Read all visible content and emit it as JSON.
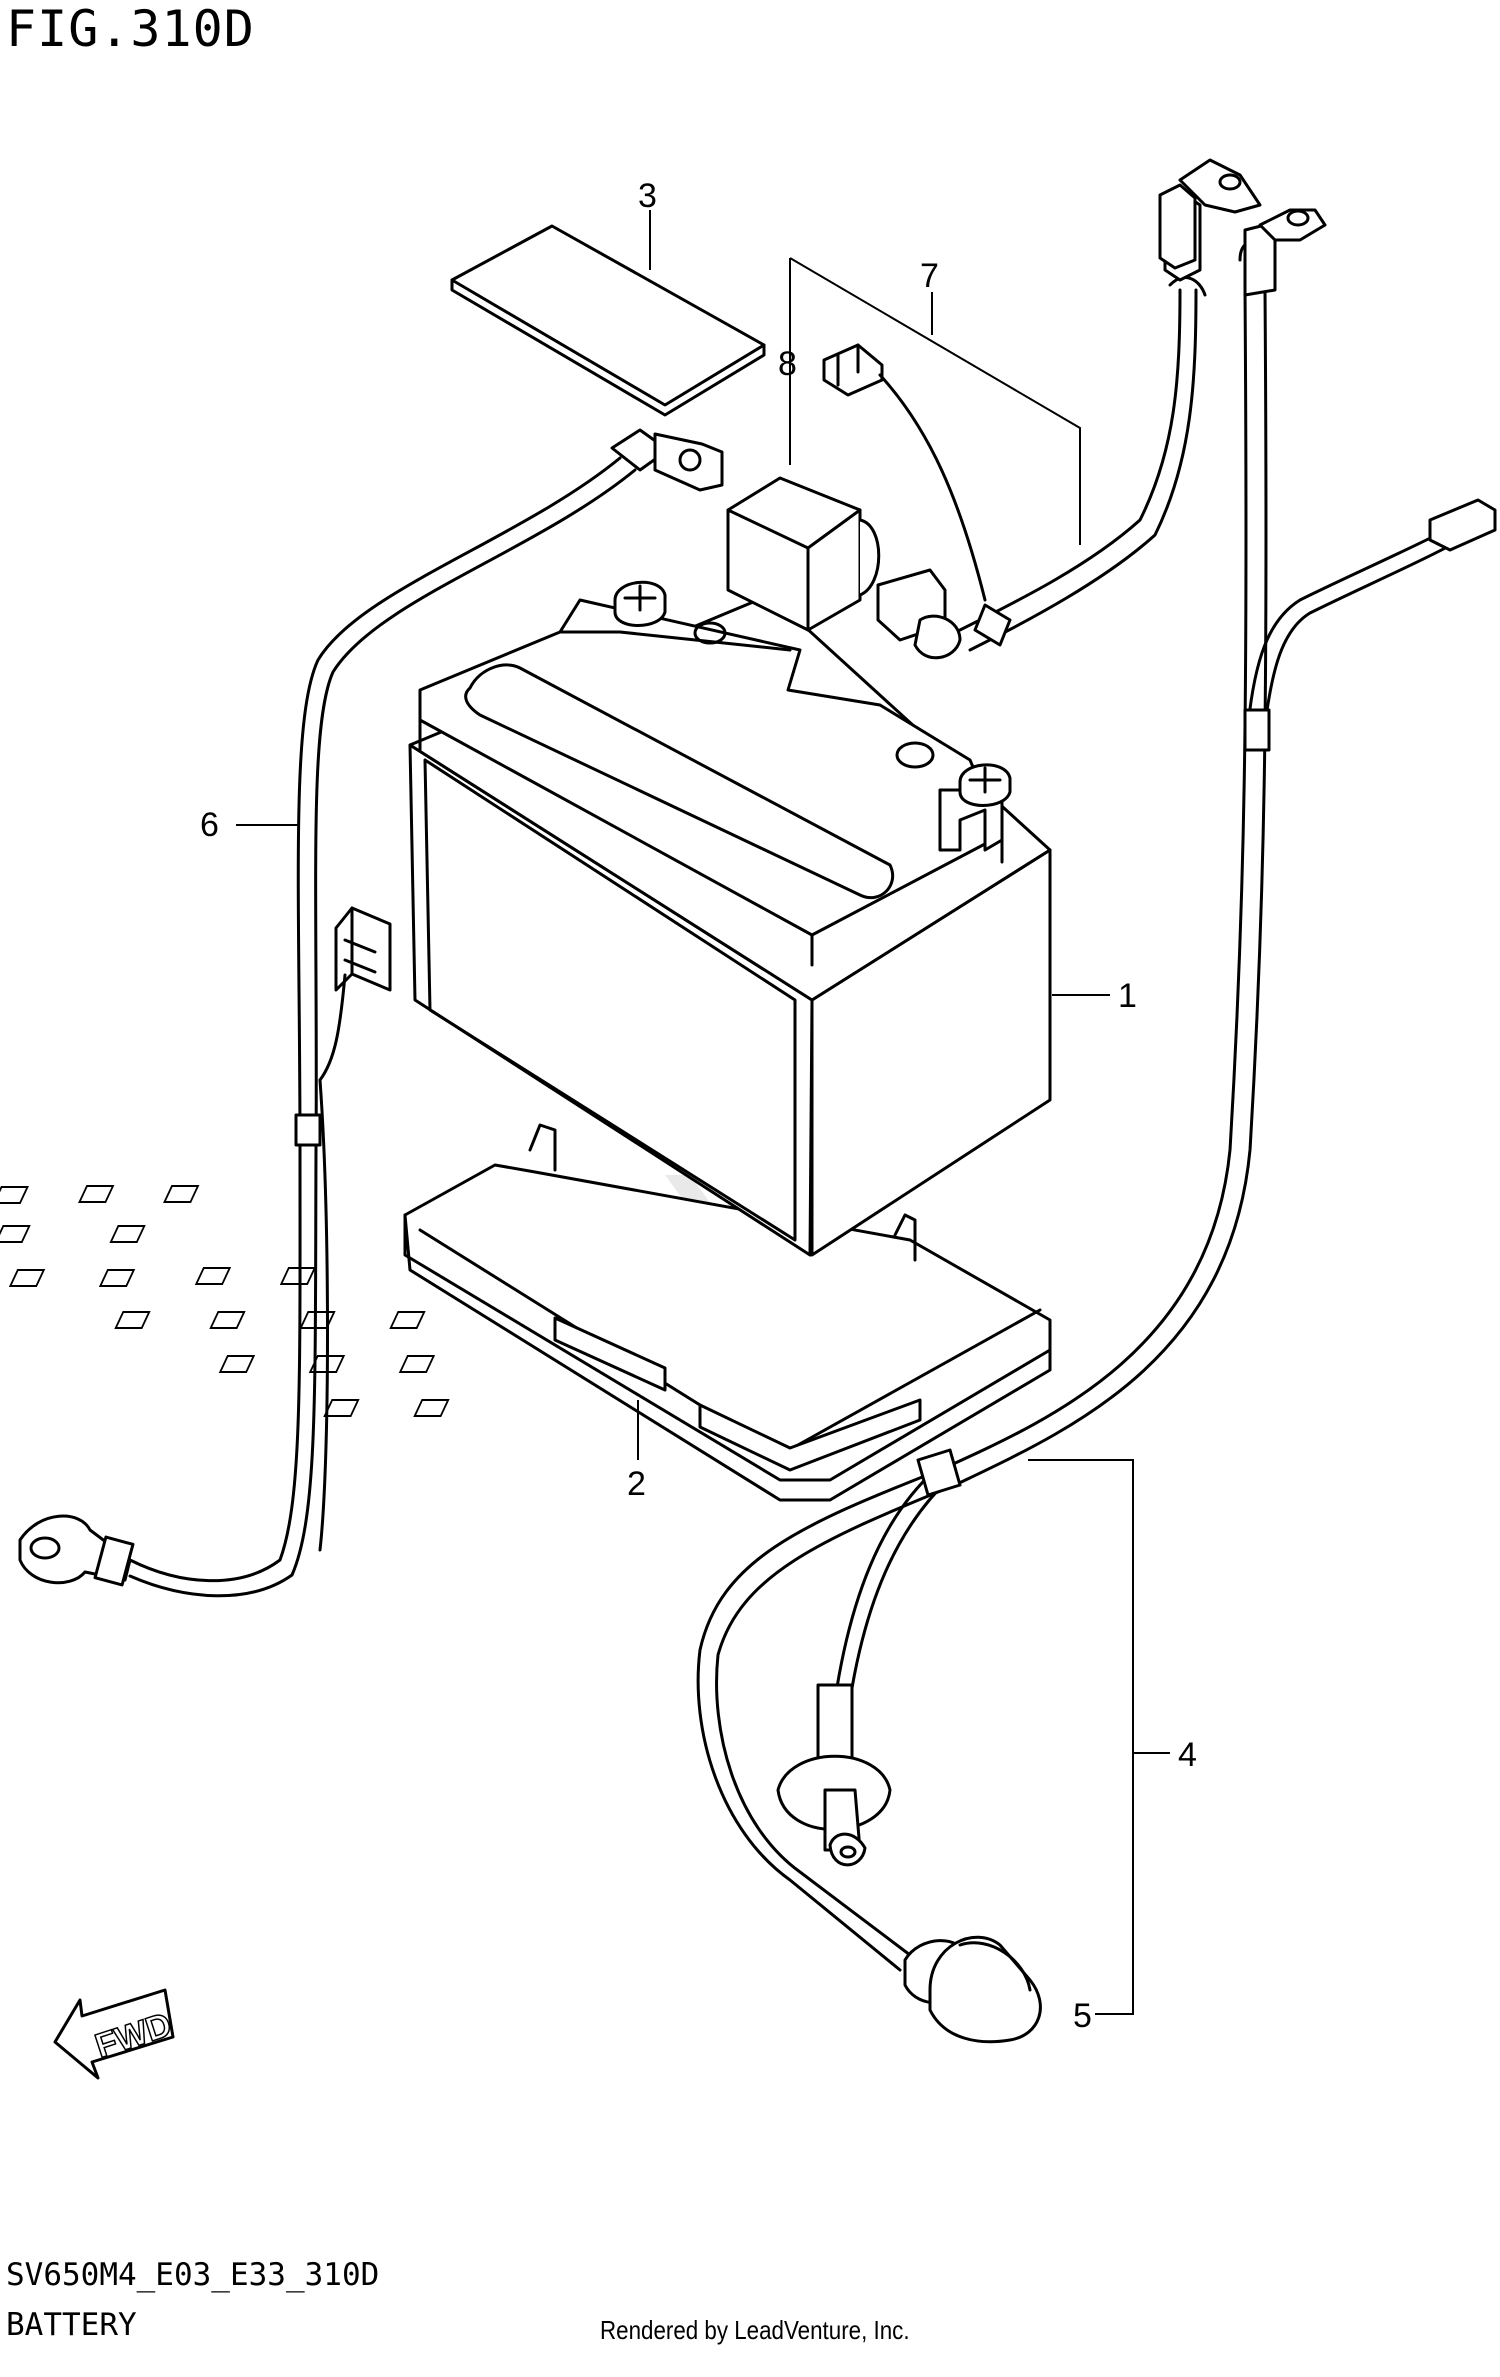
{
  "header": {
    "figure_label": "FIG.310D"
  },
  "footer": {
    "diagram_code": "SV650M4_E03_E33_310D",
    "caption": "BATTERY",
    "rendered_by": "Rendered by LeadVenture, Inc."
  },
  "callouts": [
    {
      "id": "1",
      "label": "1",
      "part": "battery"
    },
    {
      "id": "2",
      "label": "2",
      "part": "battery-tray"
    },
    {
      "id": "3",
      "label": "3",
      "part": "label-plate"
    },
    {
      "id": "4",
      "label": "4",
      "part": "wiring-harness"
    },
    {
      "id": "5",
      "label": "5",
      "part": "terminal-cap"
    },
    {
      "id": "6",
      "label": "6",
      "part": "negative-lead"
    },
    {
      "id": "7",
      "label": "7",
      "part": "positive-lead"
    },
    {
      "id": "8",
      "label": "8",
      "part": "terminal-cover"
    }
  ],
  "orientation": {
    "arrow_label": "FWD"
  },
  "colors": {
    "line": "#000000",
    "background": "#ffffff",
    "watermark": "#dcdcdc"
  }
}
